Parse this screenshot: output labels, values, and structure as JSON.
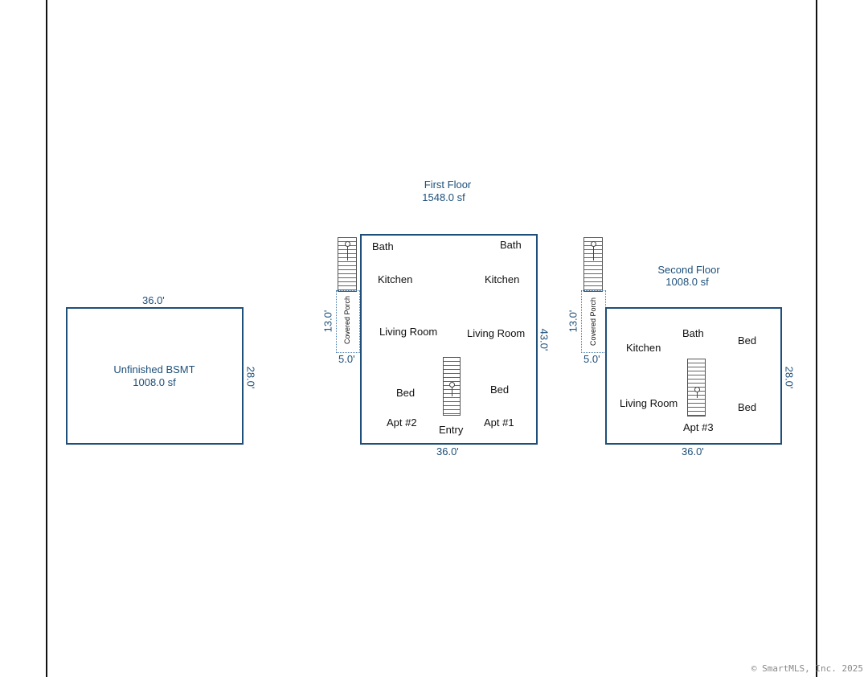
{
  "basement": {
    "title": "Unfinished BSMT",
    "area": "1008.0 sf",
    "dim_top": "36.0'",
    "dim_right": "28.0'"
  },
  "first_floor": {
    "title": "First Floor",
    "area": "1548.0 sf",
    "rooms": {
      "bath_left": "Bath",
      "bath_right": "Bath",
      "kitchen_left": "Kitchen",
      "kitchen_right": "Kitchen",
      "living_left": "Living Room",
      "living_right": "Living Room",
      "bed_left": "Bed",
      "bed_right": "Bed",
      "apt_left": "Apt #2",
      "apt_right": "Apt #1",
      "entry": "Entry"
    },
    "porch_label": "Covered Porch",
    "porch_dim_side": "13.0'",
    "porch_dim_bottom": "5.0'",
    "dim_right": "43.0'",
    "dim_bottom": "36.0'"
  },
  "second_floor": {
    "title": "Second Floor",
    "area": "1008.0 sf",
    "rooms": {
      "kitchen": "Kitchen",
      "bath": "Bath",
      "bed_top": "Bed",
      "living": "Living Room",
      "bed_bottom": "Bed",
      "apt": "Apt #3"
    },
    "porch_label": "Covered Porch",
    "porch_dim_side": "13.0'",
    "porch_dim_bottom": "5.0'",
    "dim_right": "28.0'",
    "dim_bottom": "36.0'"
  },
  "copyright": "© SmartMLS, Inc. 2025"
}
